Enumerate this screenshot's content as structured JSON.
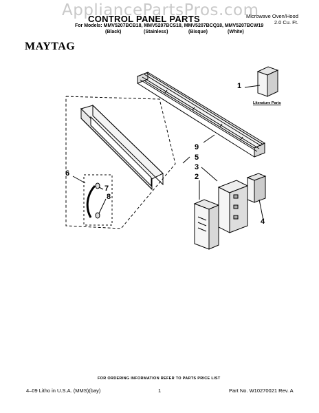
{
  "watermark": "AppliancePartsPros.com",
  "header": {
    "title": "CONTROL PANEL PARTS",
    "subtitle": "Microwave Oven/Hood\n2.0 Cu. Ft.",
    "models_line": "For Models: MMV5207BCB18, MMV5207BCS18, MMV5207BCQ18, MMV5207BCW19",
    "colors": [
      "(Black)",
      "(Stainless)",
      "(Bisque)",
      "(White)"
    ]
  },
  "brand": "MAYTAG",
  "diagram": {
    "callouts": [
      "1",
      "9",
      "5",
      "3",
      "2",
      "4",
      "6",
      "7",
      "8"
    ],
    "literature_label": "Literature Parts"
  },
  "footer": {
    "ordering_note": "FOR ORDERING INFORMATION REFER TO PARTS PRICE LIST",
    "litho": "4–09 Litho in U.S.A. (MMS)(bay)",
    "page_number": "1",
    "part_no": "Part No. W10270021 Rev. A"
  }
}
